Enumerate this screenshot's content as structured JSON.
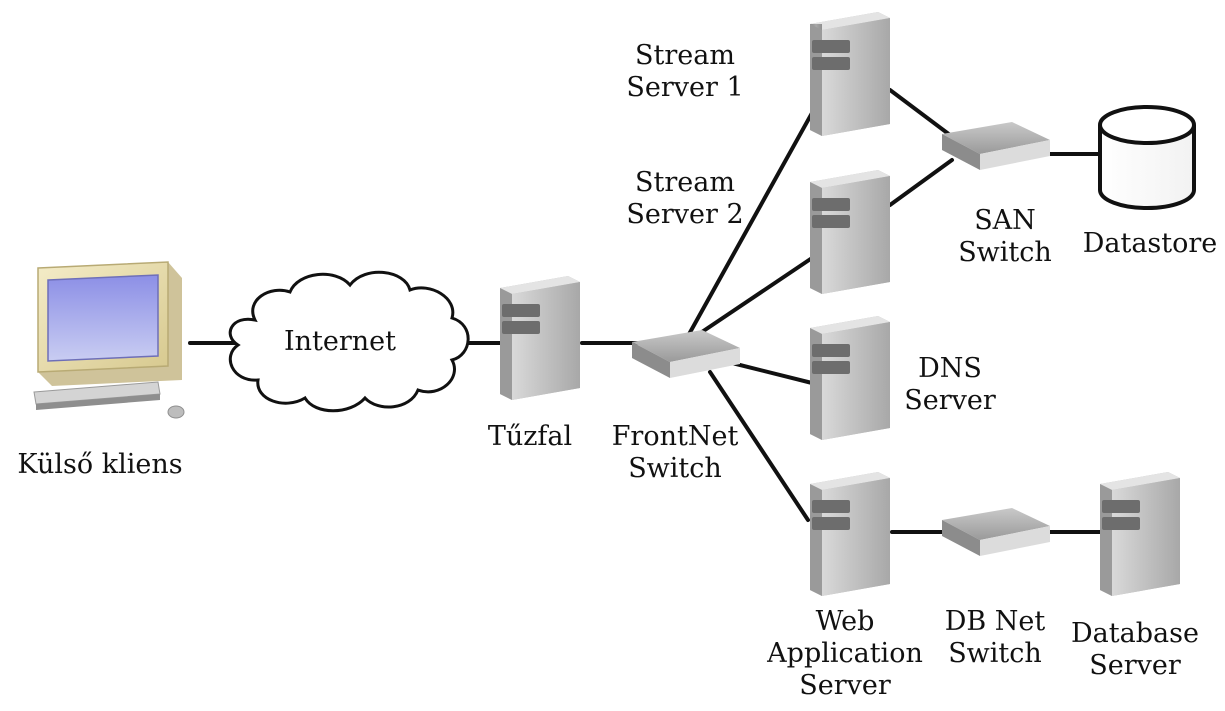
{
  "nodes": {
    "stream_server_1": {
      "line1": "Stream",
      "line2": "Server 1"
    },
    "stream_server_2": {
      "line1": "Stream",
      "line2": "Server 2"
    },
    "san_switch": {
      "line1": "SAN",
      "line2": "Switch"
    },
    "datastore": {
      "label": "Datastore"
    },
    "dns_server": {
      "line1": "DNS",
      "line2": "Server"
    },
    "internet": {
      "label": "Internet"
    },
    "firewall": {
      "label": "Tűzfal"
    },
    "frontnet_switch": {
      "line1": "FrontNet",
      "line2": "Switch"
    },
    "external_client": {
      "label": "Külső kliens"
    },
    "web_app_server": {
      "line1": "Web",
      "line2": "Application",
      "line3": "Server"
    },
    "db_net_switch": {
      "line1": "DB Net",
      "line2": "Switch"
    },
    "database_server": {
      "line1": "Database",
      "line2": "Server"
    }
  }
}
